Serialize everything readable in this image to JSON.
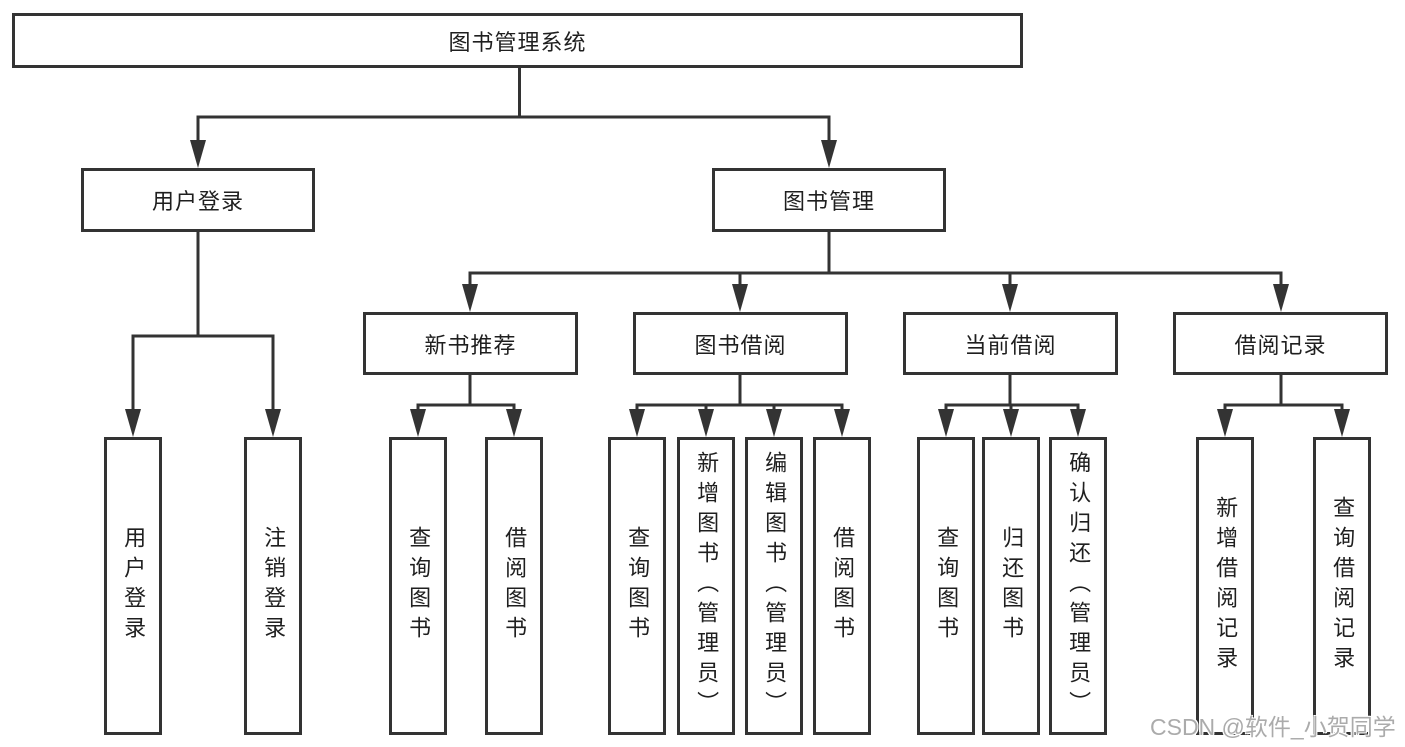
{
  "diagram": {
    "root": {
      "label": "图书管理系统"
    },
    "level2": [
      {
        "id": "user-login",
        "label": "用户登录"
      },
      {
        "id": "book-management",
        "label": "图书管理"
      }
    ],
    "level3": [
      {
        "id": "new-book-recommend",
        "label": "新书推荐"
      },
      {
        "id": "book-borrow",
        "label": "图书借阅"
      },
      {
        "id": "current-borrow",
        "label": "当前借阅"
      },
      {
        "id": "borrow-record",
        "label": "借阅记录"
      }
    ],
    "leaves": [
      {
        "id": "user-login-leaf",
        "label": "用户登录",
        "parent": "用户登录"
      },
      {
        "id": "logout-leaf",
        "label": "注销登录",
        "parent": "用户登录"
      },
      {
        "id": "query-book-recommend",
        "label": "查询图书",
        "parent": "新书推荐"
      },
      {
        "id": "borrow-book-recommend",
        "label": "借阅图书",
        "parent": "新书推荐"
      },
      {
        "id": "query-book-borrow",
        "label": "查询图书",
        "parent": "图书借阅"
      },
      {
        "id": "add-book-admin",
        "label": "新增图书（管理员）",
        "parent": "图书借阅"
      },
      {
        "id": "edit-book-admin",
        "label": "编辑图书（管理员）",
        "parent": "图书借阅"
      },
      {
        "id": "borrow-book-borrow",
        "label": "借阅图书",
        "parent": "图书借阅"
      },
      {
        "id": "query-book-current",
        "label": "查询图书",
        "parent": "当前借阅"
      },
      {
        "id": "return-book",
        "label": "归还图书",
        "parent": "当前借阅"
      },
      {
        "id": "confirm-return-admin",
        "label": "确认归还（管理员）",
        "parent": "当前借阅"
      },
      {
        "id": "add-borrow-record",
        "label": "新增借阅记录",
        "parent": "借阅记录"
      },
      {
        "id": "query-borrow-record",
        "label": "查询借阅记录",
        "parent": "借阅记录"
      }
    ]
  },
  "watermark": {
    "text": "CSDN @软件_小贺同学",
    "color": "#ababab"
  },
  "colors": {
    "line": "#333333",
    "text": "#1f1f1f",
    "background": "#ffffff"
  }
}
